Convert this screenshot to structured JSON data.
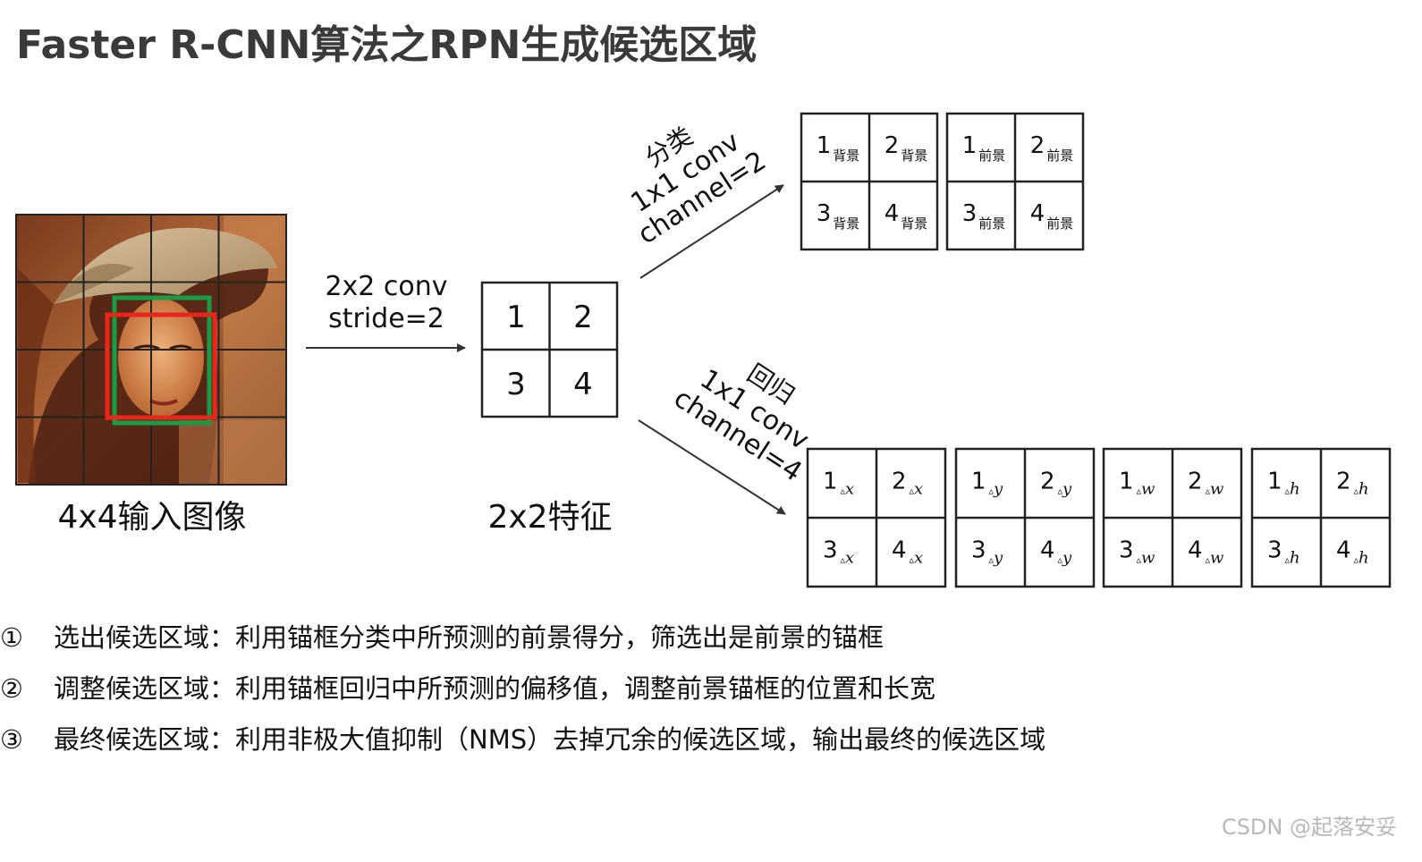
{
  "title": "Faster R-CNN算法之RPN生成候选区域",
  "input": {
    "caption": "4x4输入图像",
    "photo": "portrait photo of a woman wearing a feathered hat",
    "grid_size": 4,
    "box_colors": {
      "anchor_green": "#1a9c46",
      "box_red": "#e8261c"
    }
  },
  "conv": {
    "line1": "2x2 conv",
    "line2": "stride=2"
  },
  "feature": {
    "caption": "2x2特征",
    "cells": [
      "1",
      "2",
      "3",
      "4"
    ]
  },
  "classification": {
    "label_top": "分类",
    "label_mid": "1x1 conv",
    "label_bot": "channel=2",
    "groups": [
      {
        "sub": "背景",
        "cells": [
          "1",
          "2",
          "3",
          "4"
        ]
      },
      {
        "sub": "前景",
        "cells": [
          "1",
          "2",
          "3",
          "4"
        ]
      }
    ]
  },
  "regression": {
    "label_top": "回归",
    "label_mid": "1x1 conv",
    "label_bot": "channel=4",
    "delta": "▵",
    "groups": [
      {
        "sub": "x",
        "cells": [
          "1",
          "2",
          "3",
          "4"
        ]
      },
      {
        "sub": "y",
        "cells": [
          "1",
          "2",
          "3",
          "4"
        ]
      },
      {
        "sub": "w",
        "cells": [
          "1",
          "2",
          "3",
          "4"
        ]
      },
      {
        "sub": "h",
        "cells": [
          "1",
          "2",
          "3",
          "4"
        ]
      }
    ]
  },
  "steps": [
    {
      "num": "①",
      "text": "选出候选区域：利用锚框分类中所预测的前景得分，筛选出是前景的锚框"
    },
    {
      "num": "②",
      "text": "调整候选区域：利用锚框回归中所预测的偏移值，调整前景锚框的位置和长宽"
    },
    {
      "num": "③",
      "text": "最终候选区域：利用非极大值抑制（NMS）去掉冗余的候选区域，输出最终的候选区域"
    }
  ],
  "watermark": "CSDN @起落安妥"
}
